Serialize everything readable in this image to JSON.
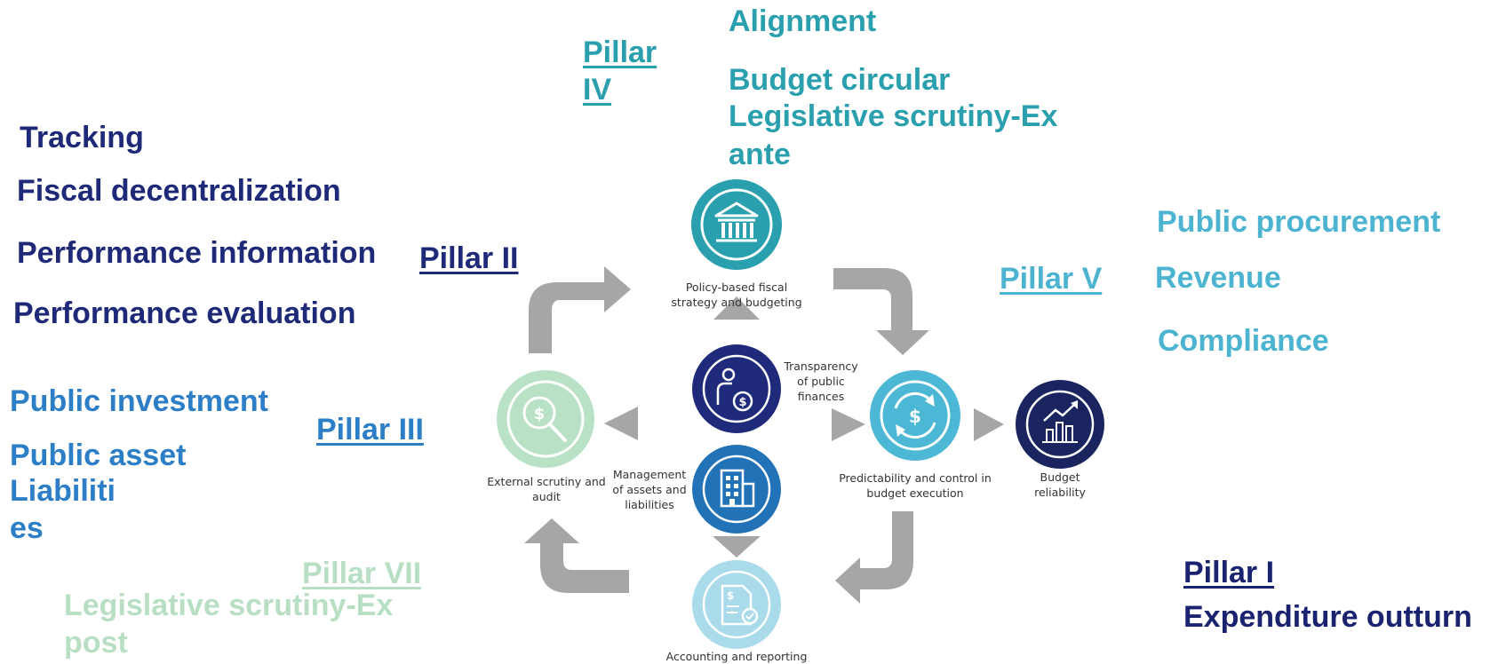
{
  "pillars": {
    "iv": {
      "line1": "Pillar",
      "line2": "IV",
      "items": [
        "Alignment",
        "Budget circular",
        "Legislative scrutiny-Ex",
        "ante"
      ]
    },
    "ii": {
      "label": "Pillar II",
      "items": [
        "Tracking",
        "Fiscal decentralization",
        "Performance information",
        "Performance evaluation"
      ]
    },
    "iii": {
      "label": "Pillar III",
      "items": [
        "Public investment",
        "Public asset",
        "Liabiliti",
        "es"
      ]
    },
    "vii": {
      "label": "Pillar VII",
      "items": [
        "Legislative scrutiny-Ex",
        "post"
      ]
    },
    "v": {
      "label": "Pillar V",
      "items": [
        "Public procurement",
        "Revenue",
        "Compliance"
      ]
    },
    "i": {
      "label": "Pillar I",
      "items": [
        "Expenditure outturn"
      ]
    }
  },
  "nodes": {
    "policy": {
      "line1": "Policy-based fiscal",
      "line2": "strategy and budgeting",
      "icon": "bank-icon"
    },
    "transparency": {
      "line1": "Transparency",
      "line2": "of public",
      "line3": "finances",
      "icon": "person-dollar-icon"
    },
    "predictability": {
      "line1": "Predictability and control in",
      "line2": "budget execution",
      "icon": "dollar-cycle-icon"
    },
    "budget": {
      "line1": "Budget",
      "line2": "reliability",
      "icon": "bar-chart-icon"
    },
    "external": {
      "line1": "External scrutiny and",
      "line2": "audit",
      "icon": "magnifier-dollar-icon"
    },
    "assets": {
      "line1": "Management",
      "line2": "of assets and",
      "line3": "liabilities",
      "icon": "building-icon"
    },
    "accounting": {
      "line1": "Accounting and reporting",
      "icon": "document-dollar-icon"
    }
  },
  "colors": {
    "teal": "#2a9fad",
    "navy": "#1e2a78",
    "blue": "#2c7ec7",
    "cyan": "#4cb4d0",
    "mint": "#b8dfc4",
    "arrow": "#a6a6a6"
  }
}
